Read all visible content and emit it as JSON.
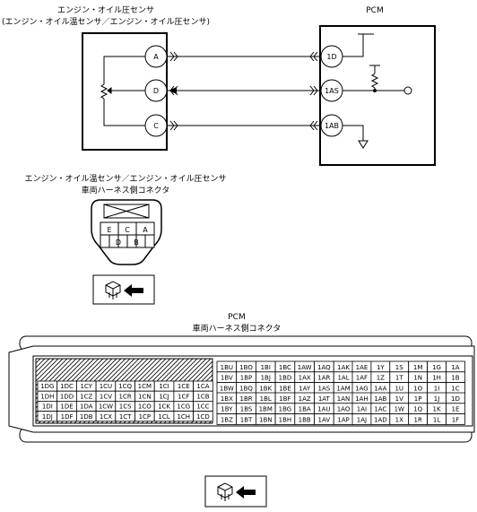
{
  "sensor": {
    "title": "エンジン・オイル圧センサ",
    "subtitle": "(エンジン・オイル温センサ／エンジン・オイル圧センサ)",
    "terminals": [
      "A",
      "D",
      "C"
    ]
  },
  "pcm": {
    "title": "PCM",
    "terminals": [
      "1D",
      "1AS",
      "1AB"
    ]
  },
  "sensor_connector": {
    "title": "エンジン・オイル温センサ／エンジン・オイル圧センサ",
    "subtitle": "車両ハーネス側コネクタ",
    "row1": [
      "E",
      "C",
      "A"
    ],
    "row2": [
      "D",
      "B"
    ]
  },
  "pcm_connector": {
    "title": "PCM",
    "subtitle": "車両ハーネス側コネクタ",
    "hatched_block": [
      [
        "1DG",
        "1DC",
        "1CY",
        "1CU",
        "1CQ",
        "1CM",
        "1CI",
        "1CE",
        "1CA"
      ],
      [
        "1DH",
        "1DD",
        "1CZ",
        "1CV",
        "1CR",
        "1CN",
        "1CJ",
        "1CF",
        "1CB"
      ],
      [
        "1DI",
        "1DE",
        "1DA",
        "1CW",
        "1CS",
        "1CO",
        "1CK",
        "1CG",
        "1CC"
      ],
      [
        "1DJ",
        "1DF",
        "1DB",
        "1CX",
        "1CT",
        "1CP",
        "1CL",
        "1CH",
        "1CD"
      ]
    ],
    "middle_top": [
      [
        "1BU",
        "1BO",
        "1BI",
        "1BC",
        "1AW",
        "1AQ",
        "1AK"
      ],
      [
        "1BV",
        "1BP",
        "1BJ",
        "1BD",
        "1AX",
        "1AR",
        "1AL"
      ],
      [
        "1BW",
        "1BQ",
        "1BK",
        "1BE",
        "1AY",
        "1AS",
        "1AM"
      ]
    ],
    "middle_bottom": [
      [
        "1BX",
        "1BR",
        "1BL",
        "1BF",
        "1AZ",
        "1AT",
        "1AN"
      ],
      [
        "1BY",
        "1BS",
        "1BM",
        "1BG",
        "1BA",
        "1AU",
        "1AO"
      ],
      [
        "1BZ",
        "1BT",
        "1BN",
        "1BH",
        "1BB",
        "1AV",
        "1AP"
      ]
    ],
    "right_top": [
      [
        "1AE",
        "1Y",
        "1S",
        "1M",
        "1G",
        "1A"
      ],
      [
        "1AF",
        "1Z",
        "1T",
        "1N",
        "1H",
        "1B"
      ],
      [
        "1AG",
        "1AA",
        "1U",
        "1O",
        "1I",
        "1C"
      ]
    ],
    "right_bottom": [
      [
        "1AH",
        "1AB",
        "1V",
        "1P",
        "1J",
        "1D"
      ],
      [
        "1AI",
        "1AC",
        "1W",
        "1Q",
        "1K",
        "1E"
      ],
      [
        "1AJ",
        "1AD",
        "1X",
        "1R",
        "1L",
        "1F"
      ]
    ]
  }
}
